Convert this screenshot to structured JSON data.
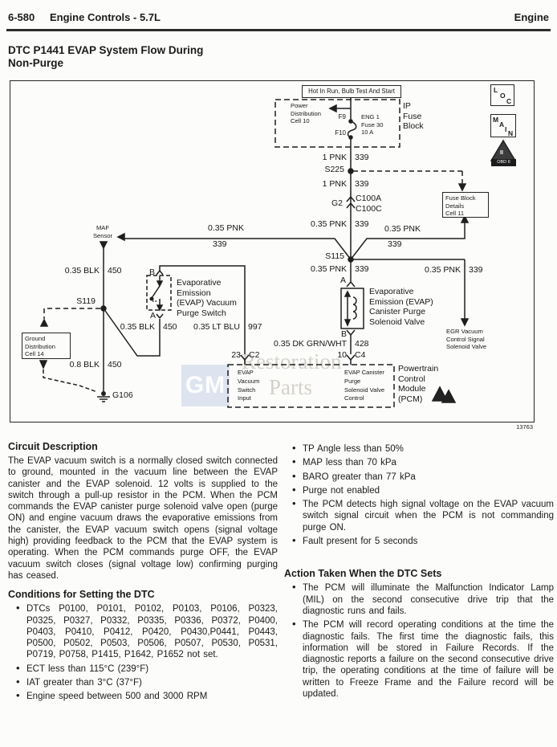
{
  "header": {
    "code": "6-580",
    "section": "Engine Controls - 5.7L",
    "right": "Engine"
  },
  "title": "DTC P1441 EVAP System Flow During\nNon-Purge",
  "figure_number": "13763",
  "diagram": {
    "hot_label": "Hot In Run, Bulb Test And Start",
    "power_distribution": "Power\nDistribution\nCell 10",
    "fuse_f9": "F9",
    "fuse_f10": "F10",
    "fuse_name": "ENG 1\nFuse 30\n10 A",
    "ip_fuse_block": "IP\nFuse\nBlock",
    "fuse_block_details": "Fuse Block\nDetails\nCell 11",
    "maf_sensor": "MAF\nSensor",
    "ground_distribution": "Ground\nDistribution\nCell 14",
    "purge_switch": "Evaporative\nEmission\n(EVAP) Vacuum\nPurge Switch",
    "solenoid_valve": "Evaporative\nEmission (EVAP)\nCanister Purge\nSolenoid Valve",
    "egr_valve": "EGR Vacuum\nControl Signal\nSolenoid Valve",
    "pcm_input": "EVAP\nVacuum\nSwitch\nInput",
    "pcm_control": "EVAP Canister\nPurge\nSolenoid Valve\nControl",
    "pcm_label": "Powertrain\nControl\nModule\n(PCM)",
    "splices": {
      "s225": "S225",
      "s115": "S115",
      "s119": "S119"
    },
    "grounds": {
      "g106": "G106"
    },
    "connectors": {
      "g2": "G2",
      "c100a": "C100A",
      "c100c": "C100C",
      "c2_pin": "23",
      "c2": "C2",
      "c4_pin": "10",
      "c4": "C4"
    },
    "terminals": {
      "switch_b": "B",
      "switch_a": "A",
      "valve_a": "A",
      "valve_b": "B"
    },
    "wires": {
      "pnk1": {
        "name": "1 PNK",
        "circuit": "339"
      },
      "pnk1b": {
        "name": "1 PNK",
        "circuit": "339"
      },
      "pnk035": {
        "name": "0.35 PNK",
        "circuit": "339"
      },
      "pnk_s115": {
        "name": "0.35 PNK",
        "circuit": "339"
      },
      "pnk_maf": {
        "name": "0.35 PNK",
        "circuit": "339"
      },
      "pnk_fbd": {
        "name": "0.35 PNK",
        "circuit": "339"
      },
      "pnk_egr": {
        "name": "0.35 PNK",
        "circuit": "339"
      },
      "blk_maf": {
        "name": "0.35 BLK",
        "circuit": "450"
      },
      "blk_g106": {
        "name": "0.8 BLK",
        "circuit": "450"
      },
      "blk_switch": {
        "name": "0.35 BLK",
        "circuit": "450"
      },
      "ltblu": {
        "name": "0.35 LT BLU",
        "circuit": "997"
      },
      "grnwht": {
        "name": "0.35 DK GRN/WHT",
        "circuit": "428"
      }
    },
    "icons": {
      "loc": [
        "L",
        "O",
        "C"
      ],
      "main": [
        "M",
        "A",
        "I",
        "N"
      ],
      "obd_inner": "II",
      "obd_banner": "OBD II"
    },
    "watermark": {
      "gm": "GM",
      "line1": "Restoration",
      "line2": "Parts"
    }
  },
  "sections": {
    "circuit_description": {
      "heading": "Circuit Description",
      "body": "The EVAP vacuum switch is a normally closed switch connected to ground, mounted in the vacuum line between the EVAP canister and the EVAP solenoid. 12 volts is supplied to the switch through a pull-up resistor in the PCM. When the PCM commands the EVAP canister purge solenoid valve open (purge ON) and engine vacuum draws the evaporative emissions from the canister, the EVAP vacuum switch opens (signal voltage high) providing feedback to the PCM that the EVAP system is operating. When the PCM commands purge OFF, the EVAP vacuum switch closes (signal voltage low) confirming purging has ceased."
    },
    "conditions": {
      "heading": "Conditions for Setting the DTC",
      "items": [
        "DTCs P0100, P0101, P0102, P0103, P0106, P0323, P0325, P0327, P0332, P0335, P0336, P0372, P0400, P0403, P0410, P0412, P0420, P0430,P0441, P0443, P0500, P0502, P0503, P0506, P0507, P0530, P0531, P0719, P0758, P1415, P1642, P1652 not set.",
        "ECT less than 115°C (239°F)",
        "IAT greater than 3°C (37°F)",
        "Engine speed between 500 and 3000 RPM"
      ]
    },
    "criteria_items": [
      "TP Angle less than 50%",
      "MAP less than 70 kPa",
      "BARO greater than 77 kPa",
      "Purge not enabled",
      "The PCM detects high signal voltage on the EVAP vacuum switch signal circuit when the PCM is not commanding purge ON.",
      "Fault present for 5 seconds"
    ],
    "action": {
      "heading": "Action Taken When the DTC Sets",
      "items": [
        "The PCM will illuminate the Malfunction Indicator Lamp (MIL) on the second consecutive drive trip that the diagnostic runs and fails.",
        "The PCM will record operating conditions at the time the diagnostic fails. The first time the diagnostic fails, this information will be stored in Failure Records. If the diagnostic reports a failure on the second consecutive drive trip, the operating conditions at the time of failure will be written to Freeze Frame and the Failure record will be updated."
      ]
    }
  }
}
